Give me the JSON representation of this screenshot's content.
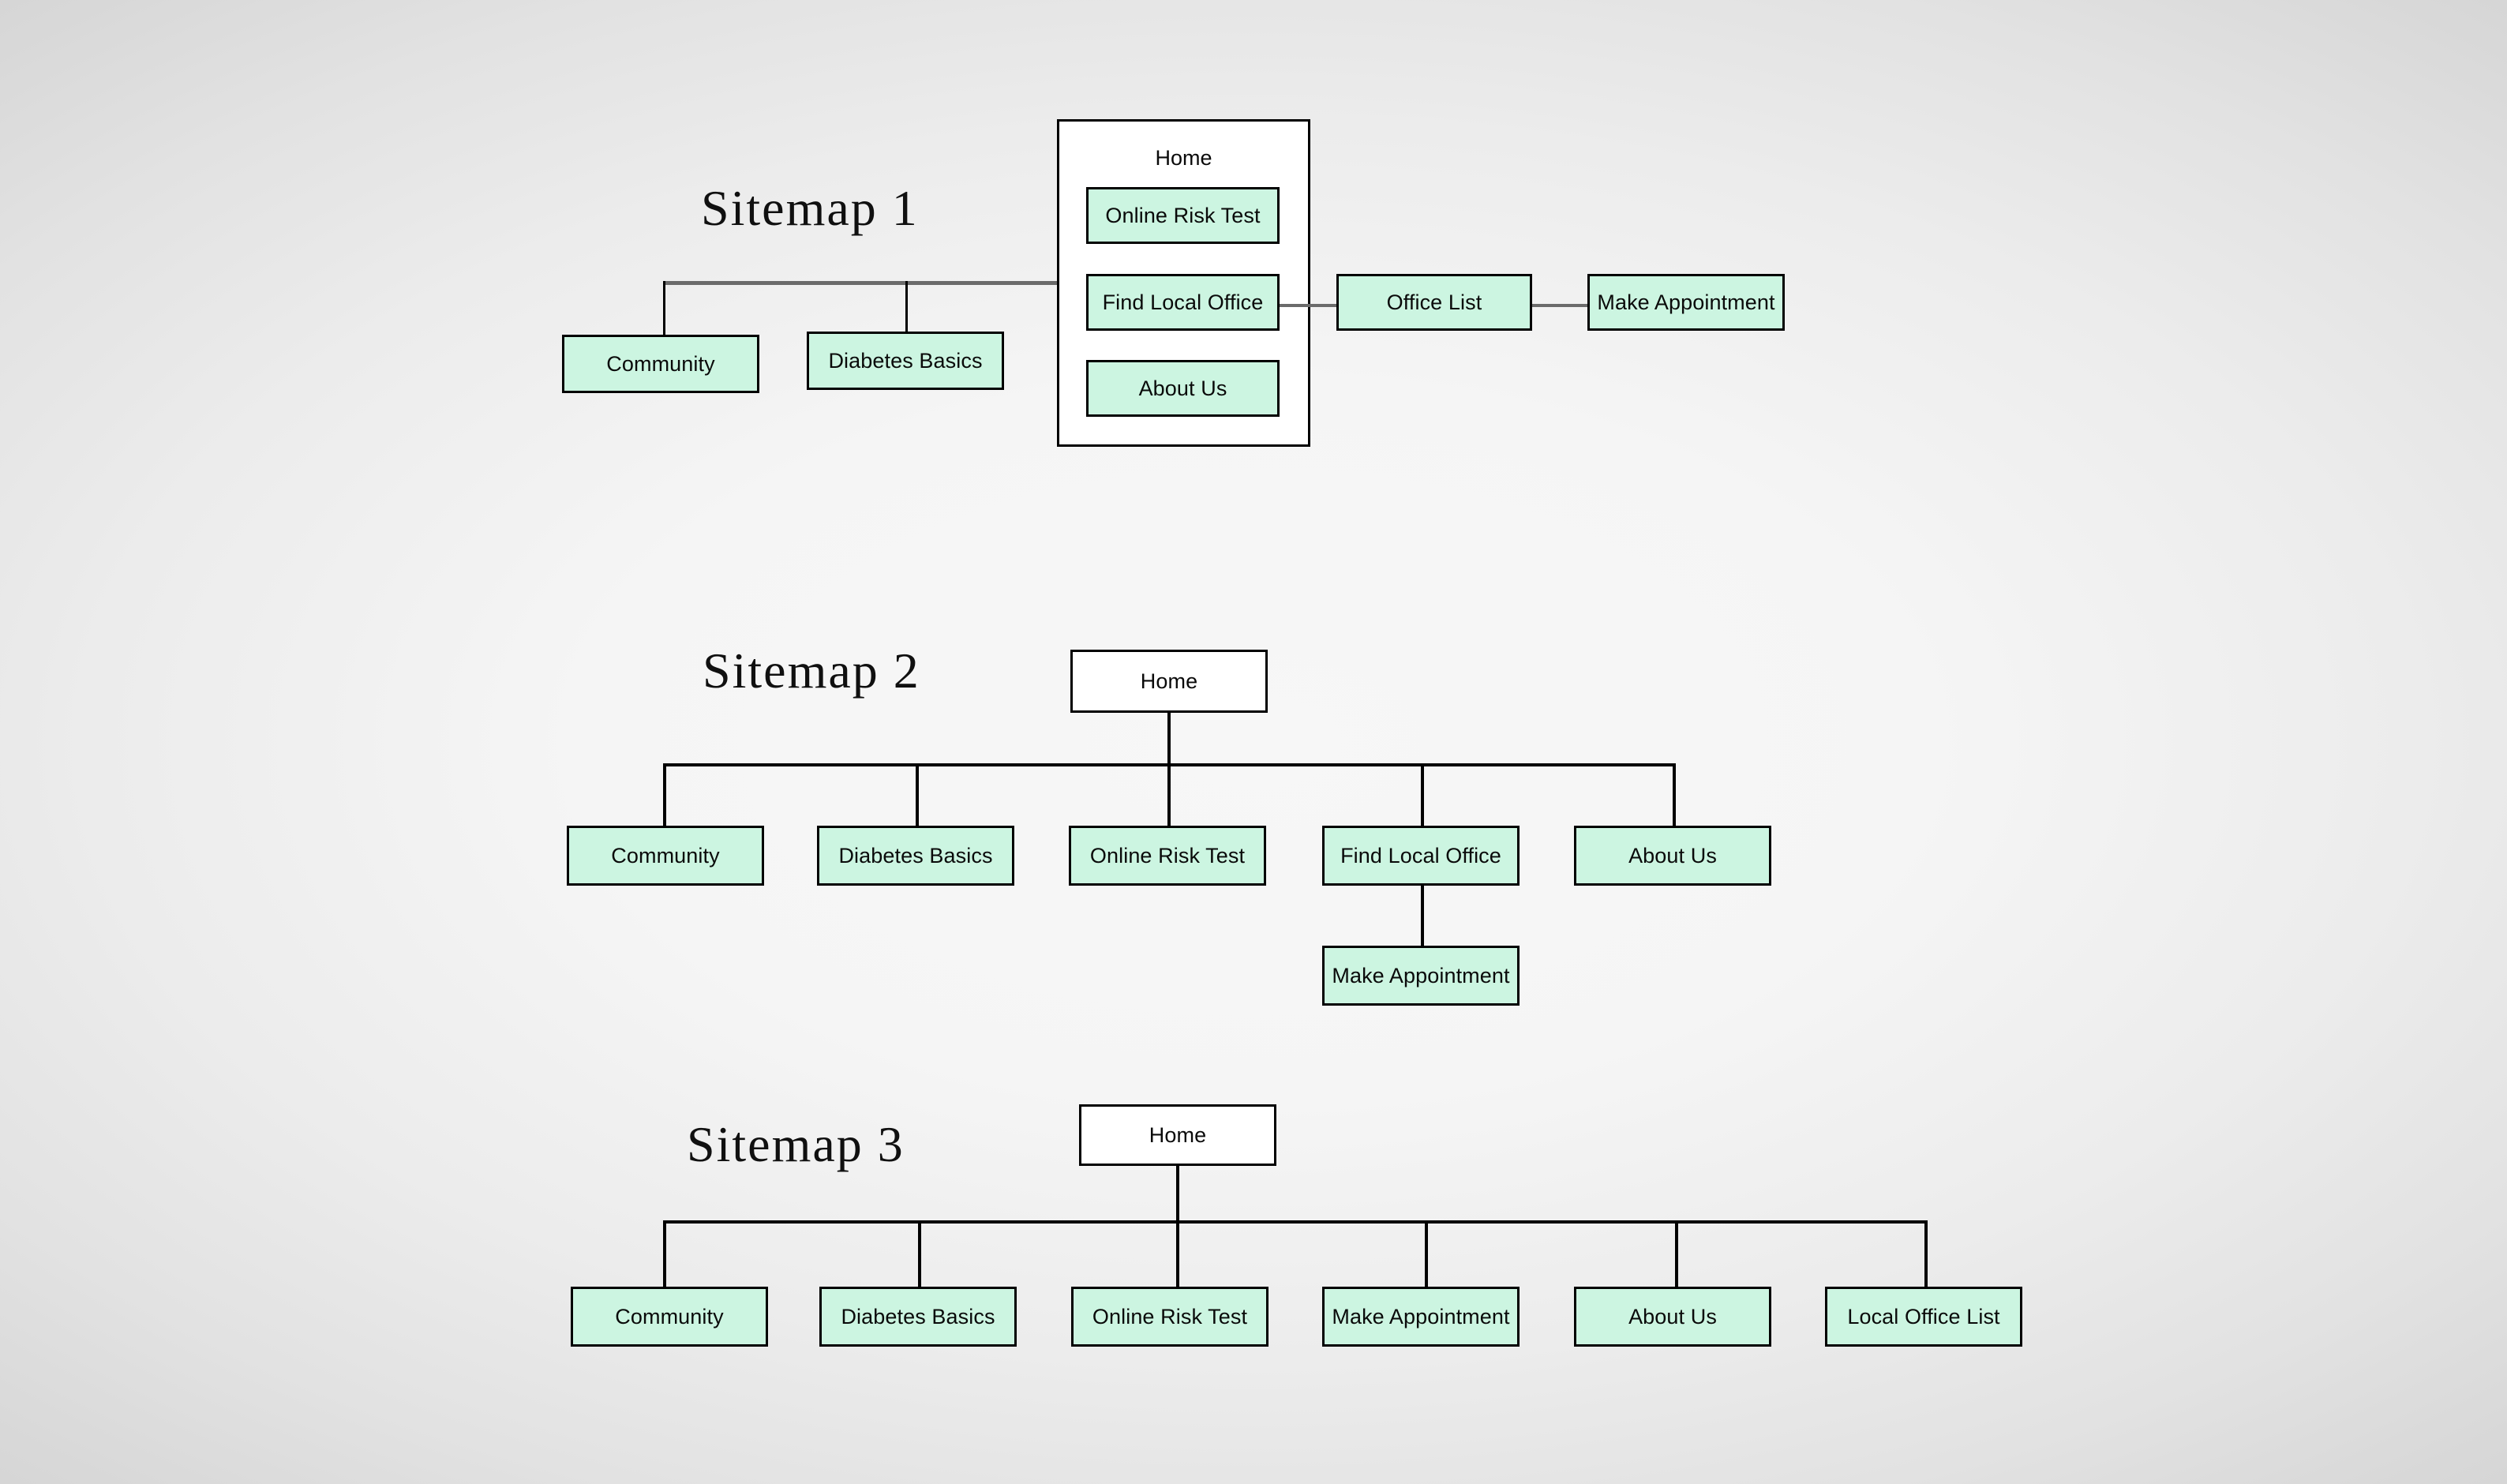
{
  "page": {
    "background_color": "#f5f5f5",
    "node_fill": "#ccf5e1",
    "node_border": "#000000",
    "root_fill": "#ffffff",
    "line_color": "#000000",
    "gray_line_color": "#6b6b6b"
  },
  "sitemaps": [
    {
      "title": "Sitemap 1",
      "root": {
        "label": "Home",
        "children": [
          "Online Risk Test",
          "Find Local Office",
          "About Us"
        ]
      },
      "left_branches": [
        "Community",
        "Diabetes Basics"
      ],
      "right_chain": [
        "Office List",
        "Make Appointment"
      ]
    },
    {
      "title": "Sitemap 2",
      "root": {
        "label": "Home"
      },
      "children": [
        "Community",
        "Diabetes Basics",
        "Online Risk Test",
        "Find Local Office",
        "About Us"
      ],
      "sub": {
        "parent": "Find Local Office",
        "label": "Make Appointment"
      }
    },
    {
      "title": "Sitemap 3",
      "root": {
        "label": "Home"
      },
      "children": [
        "Community",
        "Diabetes Basics",
        "Online Risk Test",
        "Make Appointment",
        "About Us",
        "Local Office List"
      ]
    }
  ]
}
